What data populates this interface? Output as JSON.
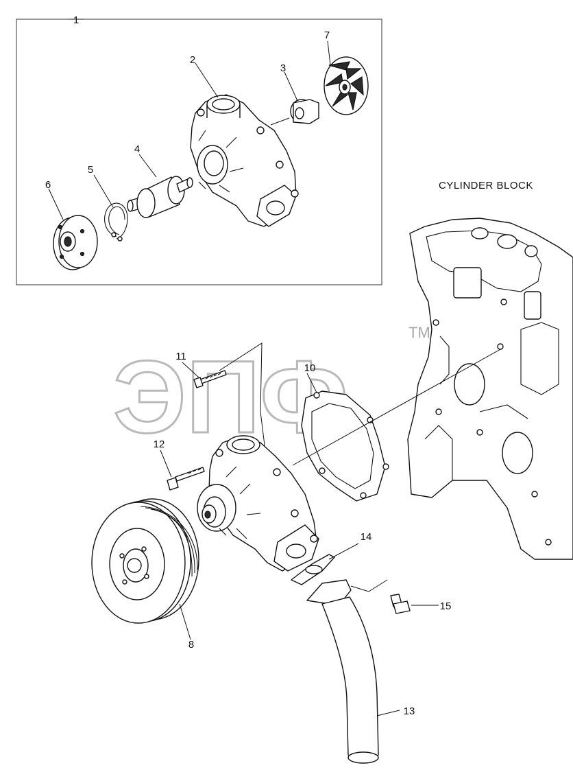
{
  "diagram": {
    "block_label": "CYLINDER BLOCK",
    "callouts": {
      "c1": "1",
      "c2": "2",
      "c3": "3",
      "c4": "4",
      "c5": "5",
      "c6": "6",
      "c7": "7",
      "c8": "8",
      "c10": "10",
      "c11": "11",
      "c12": "12",
      "c13": "13",
      "c14": "14",
      "c15": "15"
    },
    "watermark": {
      "text": "ЭПФ",
      "tm": "TM"
    }
  }
}
